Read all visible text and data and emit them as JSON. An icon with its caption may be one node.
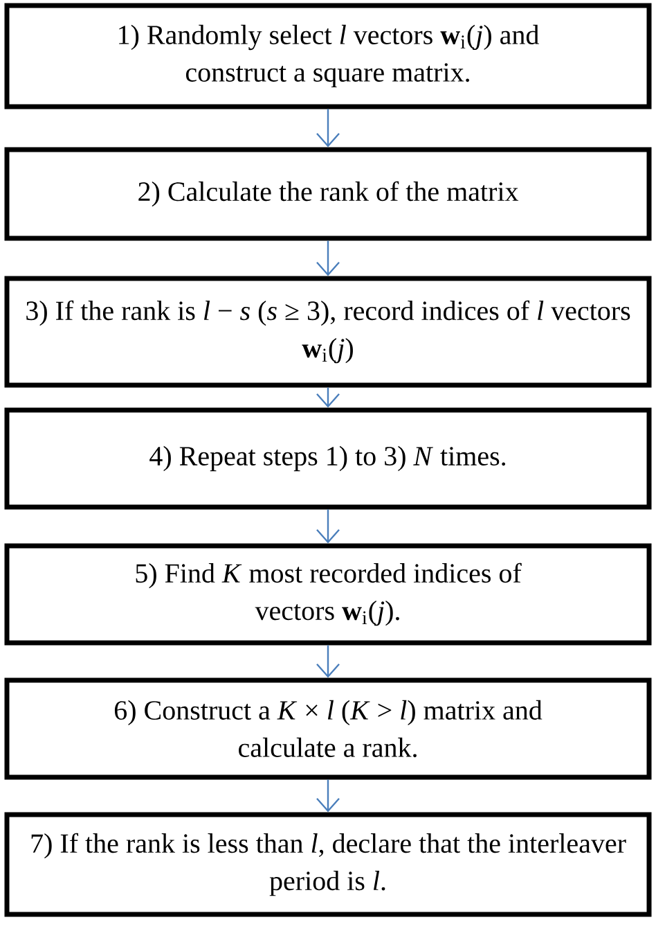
{
  "diagram": {
    "nodes": [
      {
        "text": [
          "1) Randomly select *l* vectors **w**$_{i}$(*j*) and construct a square matrix."
        ]
      },
      {
        "text": [
          "2) Calculate the rank of the matrix"
        ]
      },
      {
        "text": [
          "3) If the rank is *l* − *s* (*s* ≥ 3), record indices of *l* vectors **w**$_{i}$(*j*)"
        ]
      },
      {
        "text": [
          "4) Repeat steps 1) to 3) *N* times."
        ]
      },
      {
        "text": [
          "5) Find *K* most recorded indices of vectors **w**$_{i}$(*j*)."
        ]
      },
      {
        "text": [
          "6) Construct a *K* × *l* (*K* > *l*) matrix and calculate a rank."
        ]
      },
      {
        "text": [
          "7) If the rank is less than *l*, declare that the interleaver period is *l*."
        ]
      }
    ],
    "edges": [
      {
        "from": 0,
        "to": 1,
        "arrow": "to"
      },
      {
        "from": 1,
        "to": 2,
        "arrow": "to"
      },
      {
        "from": 2,
        "to": 3,
        "arrow": "to"
      },
      {
        "from": 3,
        "to": 4,
        "arrow": "to"
      },
      {
        "from": 4,
        "to": 5,
        "arrow": "to"
      },
      {
        "from": 5,
        "to": 6,
        "arrow": "to"
      }
    ]
  }
}
